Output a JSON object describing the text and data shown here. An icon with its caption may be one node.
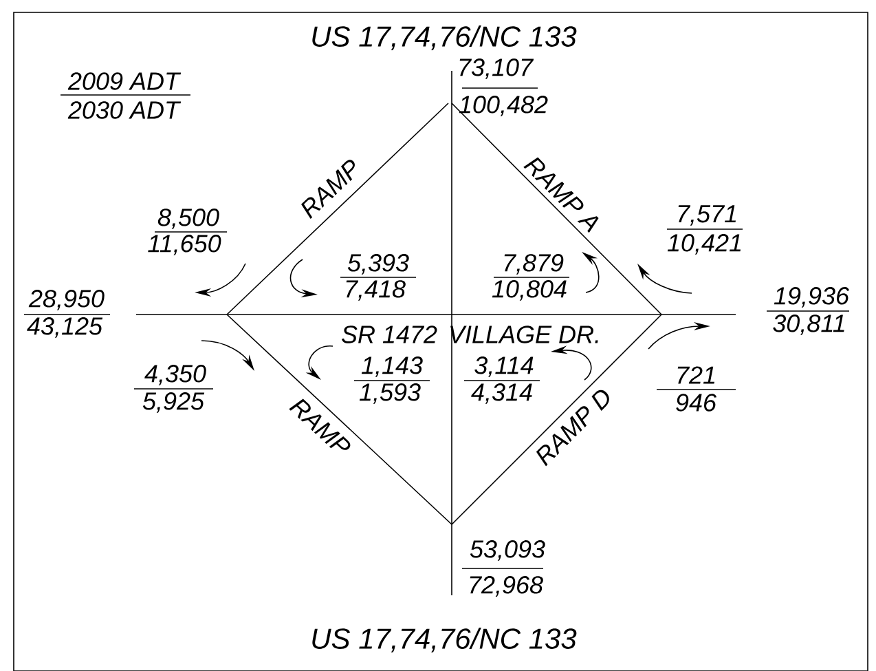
{
  "diagram": {
    "labels": [
      "US 17,74,76/NC 133",
      "2009 ADT",
      "2030 ADT",
      "73,107",
      "100,482",
      "RAMP",
      "RAMP A",
      "8,500",
      "11,650",
      "5,393",
      "7,418",
      "7,879",
      "10,804",
      "7,571",
      "10,421",
      "28,950",
      "43,125",
      "19,936",
      "30,811",
      "SR 1472",
      "VILLAGE DR.",
      "4,350",
      "5,925",
      "1,143",
      "1,593",
      "3,114",
      "4,314",
      "721",
      "946",
      "RAMP",
      "RAMP D",
      "53,093",
      "72,968",
      "US 17,74,76/NC 133"
    ]
  }
}
